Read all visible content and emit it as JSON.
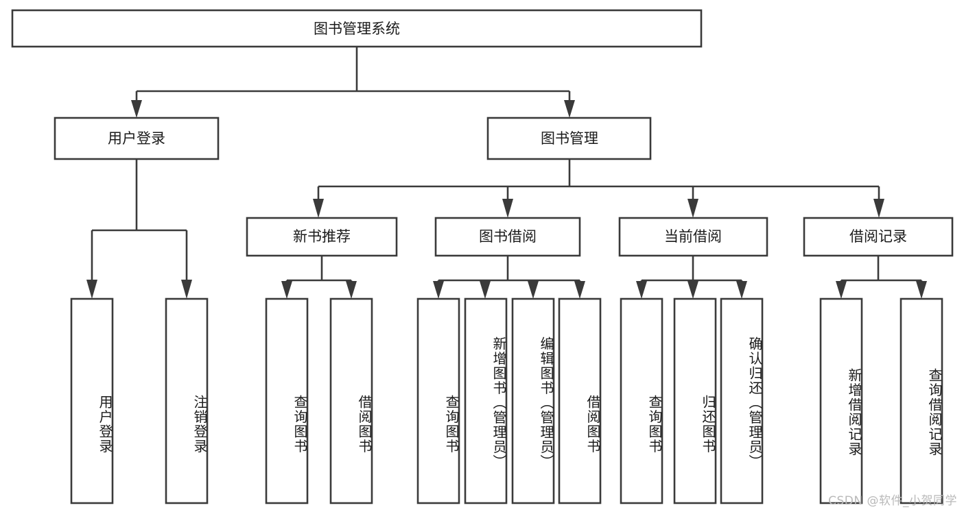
{
  "diagram": {
    "type": "tree-hierarchy",
    "title": "图书管理系统",
    "watermark": "CSDN @软件_小贺同学",
    "colors": {
      "stroke": "#3a3a3a",
      "box_fill": "#ffffff",
      "text": "#1a1a1a",
      "background": "#ffffff",
      "watermark": "#b9b9b9"
    },
    "root": {
      "id": "root",
      "label": "图书管理系统"
    },
    "level2": [
      {
        "id": "user-login",
        "label": "用户登录"
      },
      {
        "id": "book-manage",
        "label": "图书管理"
      }
    ],
    "level3": [
      {
        "id": "new-book-recommend",
        "label": "新书推荐",
        "parent": "book-manage"
      },
      {
        "id": "book-borrow",
        "label": "图书借阅",
        "parent": "book-manage"
      },
      {
        "id": "current-borrow",
        "label": "当前借阅",
        "parent": "book-manage"
      },
      {
        "id": "borrow-record",
        "label": "借阅记录",
        "parent": "book-manage"
      }
    ],
    "leaves": [
      {
        "id": "leaf-user-login",
        "label": "用户登录",
        "parent": "user-login"
      },
      {
        "id": "leaf-logout-login",
        "label": "注销登录",
        "parent": "user-login"
      },
      {
        "id": "leaf-query-book-1",
        "label": "查询图书",
        "parent": "new-book-recommend"
      },
      {
        "id": "leaf-borrow-book-1",
        "label": "借阅图书",
        "parent": "new-book-recommend"
      },
      {
        "id": "leaf-query-book-2",
        "label": "查询图书",
        "parent": "book-borrow"
      },
      {
        "id": "leaf-add-book",
        "label": "新增图书（管理员）",
        "parent": "book-borrow"
      },
      {
        "id": "leaf-edit-book",
        "label": "编辑图书（管理员）",
        "parent": "book-borrow"
      },
      {
        "id": "leaf-borrow-book-2",
        "label": "借阅图书",
        "parent": "book-borrow"
      },
      {
        "id": "leaf-query-book-3",
        "label": "查询图书",
        "parent": "current-borrow"
      },
      {
        "id": "leaf-return-book",
        "label": "归还图书",
        "parent": "current-borrow"
      },
      {
        "id": "leaf-confirm-return",
        "label": "确认归还（管理员）",
        "parent": "current-borrow"
      },
      {
        "id": "leaf-add-record",
        "label": "新增借阅记录",
        "parent": "borrow-record"
      },
      {
        "id": "leaf-query-record",
        "label": "查询借阅记录",
        "parent": "borrow-record"
      }
    ]
  }
}
